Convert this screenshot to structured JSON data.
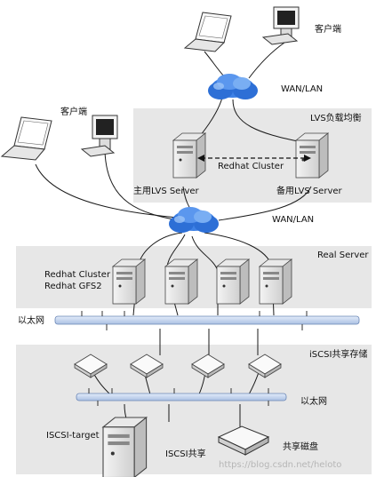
{
  "labels": {
    "client_top": "客户端",
    "client_left": "客户端",
    "wan_top": "WAN/LAN",
    "wan_mid": "WAN/LAN",
    "lvs_region": "LVS负载均衡",
    "redhat_cluster_lvs": "Redhat Cluster",
    "primary_lvs": "主用LVS Server",
    "backup_lvs": "备用LVS Server",
    "real_server": "Real Server",
    "redhat_cluster_real": "Redhat Cluster",
    "redhat_gfs2": "Redhat GFS2",
    "ethernet_top": "以太网",
    "iscsi_storage": "iSCSI共享存储",
    "ethernet_bottom": "以太网",
    "iscsi_target": "ISCSI-target",
    "iscsi_share": "ISCSI共享",
    "shared_disk": "共享磁盘",
    "watermark": "https://blog.csdn.net/heloto"
  },
  "colors": {
    "region_fill": "#e7e7e7",
    "bus_fill": "#c9d8ef",
    "bus_stroke": "#6a86b5",
    "cloud_blue": "#2d6fd6",
    "line": "#1a1a1a"
  },
  "icons": [
    "laptop-icon",
    "desktop-icon",
    "server-icon",
    "cloud-icon",
    "switch-icon",
    "disk-icon"
  ]
}
